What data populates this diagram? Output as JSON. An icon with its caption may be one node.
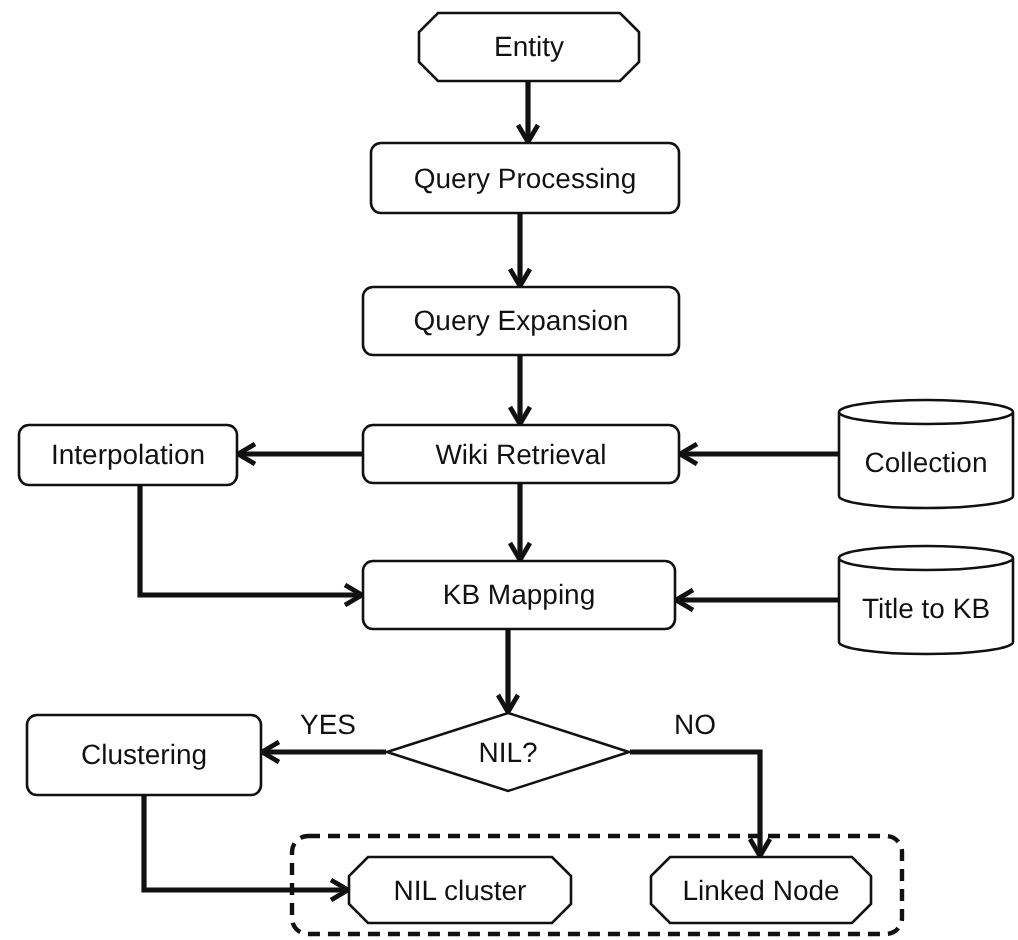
{
  "diagram": {
    "nodes": [
      {
        "text": [
          "Entity"
        ]
      },
      {
        "text": [
          "Query Processing"
        ]
      },
      {
        "text": [
          "Query Expansion"
        ]
      },
      {
        "text": [
          "Interpolation"
        ]
      },
      {
        "text": [
          "Wiki Retrieval"
        ]
      },
      {
        "text": [
          "Collection"
        ]
      },
      {
        "text": [
          "KB Mapping"
        ]
      },
      {
        "text": [
          "Title to KB"
        ]
      },
      {
        "text": [
          "NIL?"
        ]
      },
      {
        "text": [
          "Clustering"
        ]
      },
      {
        "text": [],
        "shape": "box"
      },
      {
        "text": [
          "NIL cluster"
        ],
        "in": 10
      },
      {
        "text": [
          "Linked Node"
        ],
        "in": 10
      }
    ],
    "edges": [
      {
        "from": 0,
        "to": 1,
        "arrow": "to"
      },
      {
        "from": 1,
        "to": 2,
        "arrow": "to"
      },
      {
        "from": 2,
        "to": 4,
        "arrow": "to"
      },
      {
        "from": 4,
        "to": 3,
        "arrow": "to"
      },
      {
        "from": 5,
        "to": 4,
        "arrow": "to"
      },
      {
        "from": 4,
        "to": 6,
        "arrow": "to"
      },
      {
        "from": 7,
        "to": 6,
        "arrow": "to"
      },
      {
        "from": 3,
        "to": 6,
        "arrow": "to"
      },
      {
        "from": 6,
        "to": 8,
        "arrow": "to"
      },
      {
        "from": 8,
        "to": 9,
        "arrow": "to",
        "label": "YES"
      },
      {
        "from": 8,
        "to": 12,
        "arrow": "to",
        "label": "NO"
      },
      {
        "from": 9,
        "to": 11,
        "arrow": "to"
      }
    ]
  }
}
